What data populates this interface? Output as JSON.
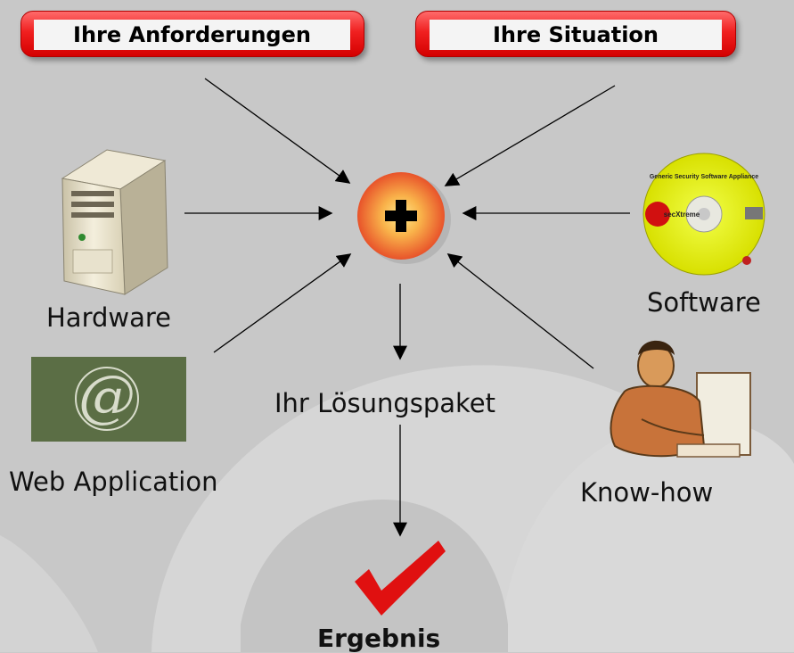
{
  "top_left_box": {
    "label": "Ihre Anforderungen"
  },
  "top_right_box": {
    "label": "Ihre Situation"
  },
  "inputs": {
    "hardware": "Hardware",
    "software": "Software",
    "web_application": "Web Application",
    "know_how": "Know-how"
  },
  "package_label": "Ihr Lösungspaket",
  "result_label": "Ergebnis",
  "cd": {
    "title": "Generic Security Software Appliance",
    "brand": "secXtreme"
  },
  "colors": {
    "background": "#c9c9c9",
    "box_red": "#e81c1c",
    "center_orange": "#f28a2a",
    "check_red": "#e01010"
  }
}
